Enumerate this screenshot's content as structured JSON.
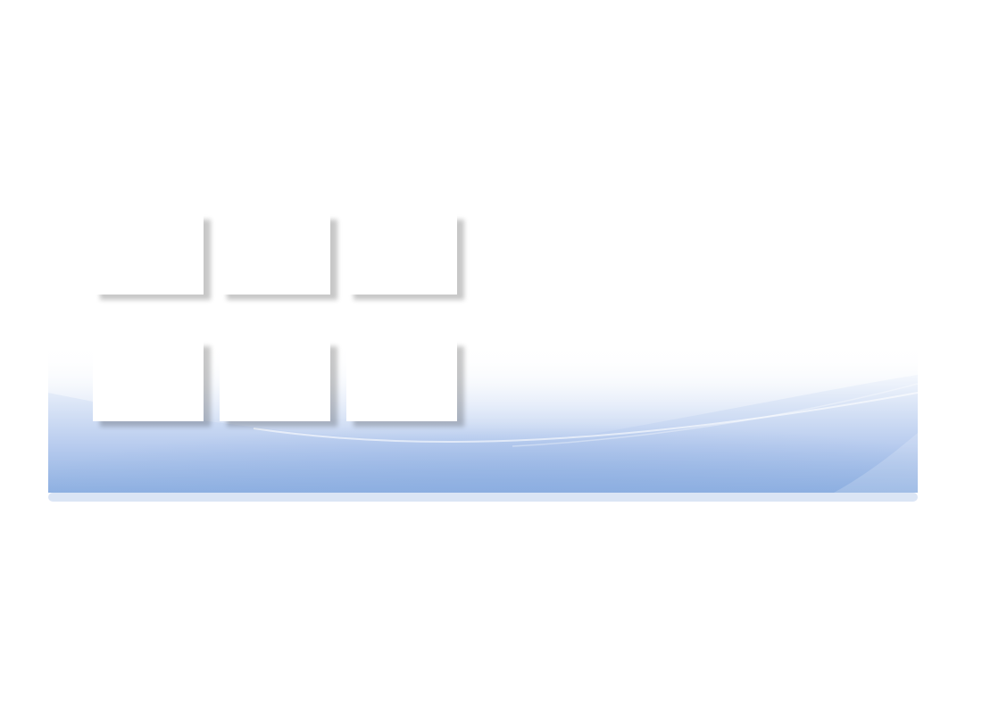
{
  "colors": {
    "background": "#ffffff",
    "banner_light": "#f4f7fd",
    "banner_mid": "#c5d6f1",
    "banner_deep": "#8eb0e1",
    "banner_base": "#dbe5f5",
    "tile_fill": "#ffffff"
  },
  "tiles": [
    {
      "row": 1,
      "column": 1
    },
    {
      "row": 1,
      "column": 2
    },
    {
      "row": 1,
      "column": 3
    },
    {
      "row": 2,
      "column": 1
    },
    {
      "row": 2,
      "column": 2
    },
    {
      "row": 2,
      "column": 3
    }
  ]
}
